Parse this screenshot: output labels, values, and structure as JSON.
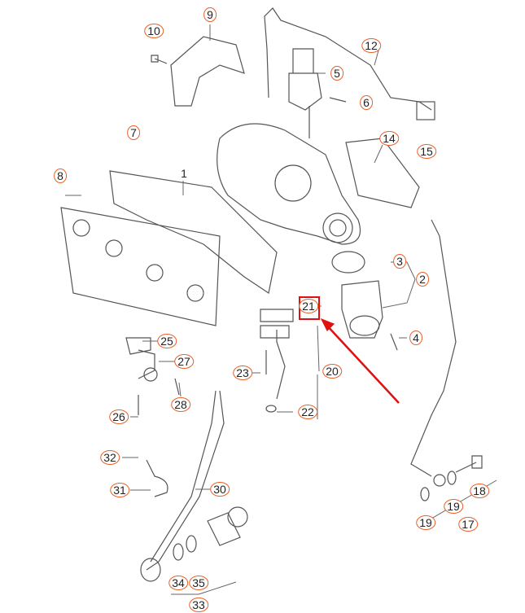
{
  "diagram": {
    "type": "exploded parts diagram - turbocharger assembly",
    "highlight_color": "#e01010",
    "callout_color": "#e8622a",
    "highlighted_part": "21",
    "callouts": [
      "9",
      "10",
      "12",
      "5",
      "6",
      "7",
      "14",
      "15",
      "8",
      "1",
      "3",
      "2",
      "21",
      "4",
      "25",
      "27",
      "23",
      "20",
      "28",
      "26",
      "22",
      "32",
      "30",
      "31",
      "18",
      "19",
      "19",
      "17",
      "34",
      "35",
      "33"
    ]
  }
}
